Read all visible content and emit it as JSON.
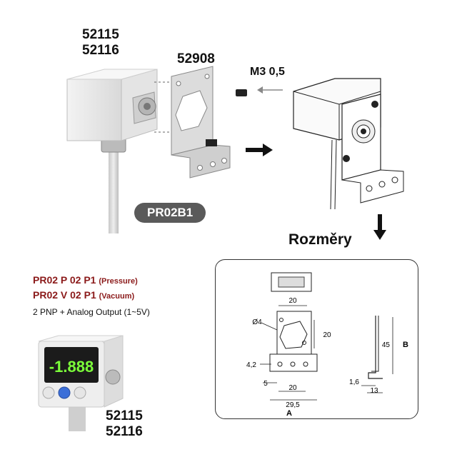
{
  "top_left_pns": [
    "52115",
    "52116"
  ],
  "bracket_pn": "52908",
  "screw_label": "M3 0,5",
  "model_badge": "PR02B1",
  "dimensions_heading": "Rozměry",
  "models": [
    {
      "code": "PR02 P 02 P1",
      "note": "(Pressure)"
    },
    {
      "code": "PR02 V 02 P1",
      "note": "(Vacuum)"
    }
  ],
  "output_desc": "2 PNP + Analog Output (1~5V)",
  "display_value": "-1.888",
  "bottom_pns": [
    "52115",
    "52116"
  ],
  "drawing": {
    "dim_width_top": "20",
    "dim_hole": "Ø4",
    "dim_height_right": "20",
    "dim_4_2": "4,2",
    "dim_5": "5",
    "dim_20_bottom": "20",
    "dim_29_5": "29,5",
    "label_a": "A",
    "dim_45": "45",
    "label_b": "B",
    "dim_1_6": "1,6",
    "dim_13": "13"
  },
  "colors": {
    "accent_red": "#8b1a1a",
    "badge_gray": "#5a5a5a",
    "display_green": "#7cff3a"
  }
}
